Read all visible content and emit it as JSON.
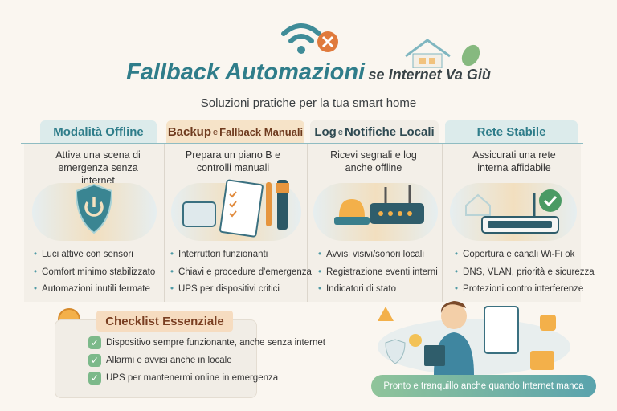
{
  "header": {
    "title_main": "Fallback Automazioni",
    "title_sub": "se Internet Va Giù",
    "subtitle": "Soluzioni pratiche per la tua smart home",
    "icon": "wifi-off-icon"
  },
  "columns": [
    {
      "tab_bold": "Modalità Offline",
      "tab_small": "",
      "tab_rest": "",
      "tab_color": "#dcebeb",
      "intro": "Attiva una scena di emergenza senza internet",
      "icon": "shield-power-icon",
      "bullets": [
        "Luci attive con sensori",
        "Comfort minimo stabilizzato",
        "Automazioni inutili fermate"
      ]
    },
    {
      "tab_bold": "Backup",
      "tab_small": "e",
      "tab_rest": "Fallback Manuali",
      "tab_color": "#f6e3c8",
      "intro": "Prepara un piano B e controlli manuali",
      "icon": "clipboard-tools-icon",
      "bullets": [
        "Interruttori funzionanti",
        "Chiavi e procedure d'emergenza",
        "UPS per dispositivi critici"
      ]
    },
    {
      "tab_bold": "Log",
      "tab_small": "e",
      "tab_rest": "Notifiche Locali",
      "tab_color": "#f1ede6",
      "intro": "Ricevi segnali e log anche offline",
      "icon": "alarm-router-icon",
      "bullets": [
        "Avvisi visivi/sonori locali",
        "Registrazione eventi interni",
        "Indicatori di stato"
      ]
    },
    {
      "tab_bold": "Rete Stabile",
      "tab_small": "",
      "tab_rest": "",
      "tab_color": "#dcebeb",
      "intro": "Assicurati una rete interna affidabile",
      "icon": "router-check-icon",
      "bullets": [
        "Copertura e canali Wi-Fi ok",
        "DNS, VLAN, priorità e sicurezza",
        "Protezioni contro interferenze"
      ]
    }
  ],
  "checklist": {
    "title": "Checklist Essenziale",
    "items": [
      "Dispositivo sempre funzionante, anche senza internet",
      "Allarmi e avvisi anche in locale",
      "UPS per mantenermi online in emergenza"
    ]
  },
  "banner": "Pronto e tranquillo anche quando Internet manca",
  "colors": {
    "teal": "#2f7d8a",
    "orange": "#e07a3c",
    "green": "#7cb98a"
  }
}
